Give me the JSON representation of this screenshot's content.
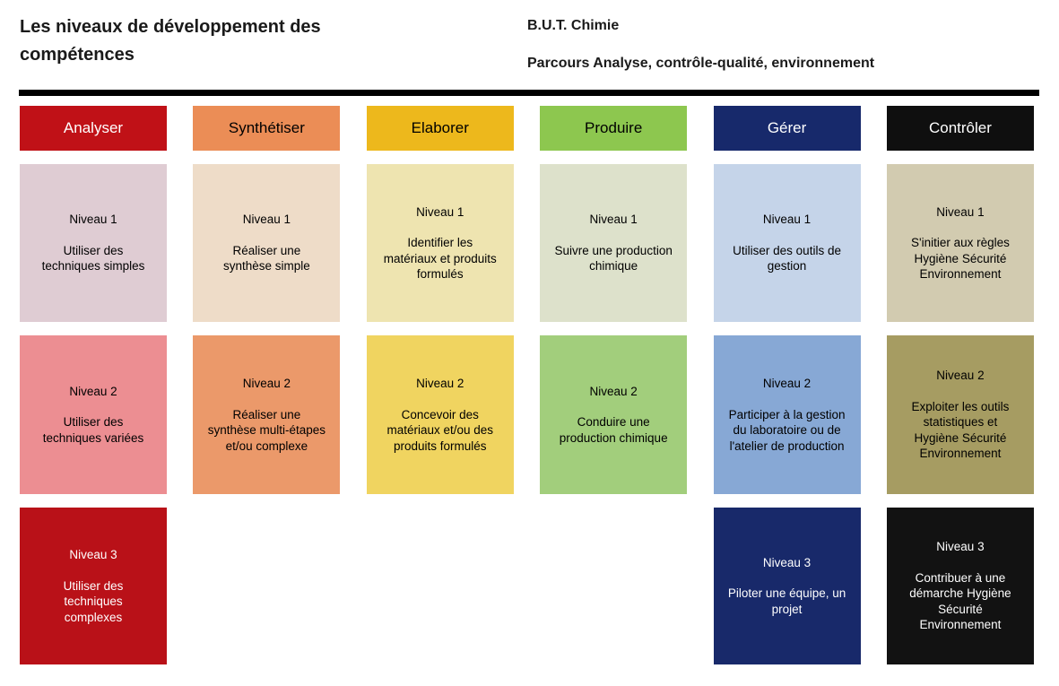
{
  "page": {
    "title": "Les niveaux de développement des\ncompétences",
    "program": "B.U.T. Chimie",
    "track": "Parcours Analyse, contrôle-qualité, environnement"
  },
  "columns": [
    {
      "label": "Analyser",
      "header_bg": "#c01117",
      "header_fg": "#ffffff",
      "levels": [
        {
          "title": "Niveau 1",
          "description": "Utiliser des\ntechniques simples",
          "bg": "#dfccd3",
          "fg": "#000000"
        },
        {
          "title": "Niveau 2",
          "description": "Utiliser des\ntechniques variées",
          "bg": "#ec8e92",
          "fg": "#000000"
        },
        {
          "title": "Niveau 3",
          "description": "Utiliser des\ntechniques\ncomplexes",
          "bg": "#b91118",
          "fg": "#ffffff"
        }
      ]
    },
    {
      "label": "Synthétiser",
      "header_bg": "#eb8d56",
      "header_fg": "#000000",
      "levels": [
        {
          "title": "Niveau 1",
          "description": "Réaliser une\nsynthèse simple",
          "bg": "#eedcc8",
          "fg": "#000000"
        },
        {
          "title": "Niveau 2",
          "description": "Réaliser une\nsynthèse multi-étapes\net/ou complexe",
          "bg": "#eb996a",
          "fg": "#000000"
        }
      ]
    },
    {
      "label": "Elaborer",
      "header_bg": "#edb81c",
      "header_fg": "#000000",
      "levels": [
        {
          "title": "Niveau 1",
          "description": "Identifier les\nmatériaux et produits\nformulés",
          "bg": "#eee4b0",
          "fg": "#000000"
        },
        {
          "title": "Niveau 2",
          "description": "Concevoir des\nmatériaux et/ou des\nproduits formulés",
          "bg": "#f0d460",
          "fg": "#000000"
        }
      ]
    },
    {
      "label": "Produire",
      "header_bg": "#8dc74f",
      "header_fg": "#000000",
      "levels": [
        {
          "title": "Niveau 1",
          "description": "Suivre une production\nchimique",
          "bg": "#dde1cb",
          "fg": "#000000"
        },
        {
          "title": "Niveau 2",
          "description": "Conduire une\nproduction chimique",
          "bg": "#a2ce7c",
          "fg": "#000000"
        }
      ]
    },
    {
      "label": "Gérer",
      "header_bg": "#17296b",
      "header_fg": "#ffffff",
      "levels": [
        {
          "title": "Niveau 1",
          "description": "Utiliser des outils de\ngestion",
          "bg": "#c5d4e9",
          "fg": "#000000"
        },
        {
          "title": "Niveau 2",
          "description": "Participer à la gestion\ndu laboratoire ou de\nl'atelier de production",
          "bg": "#87a8d5",
          "fg": "#000000"
        },
        {
          "title": "Niveau 3",
          "description": "Piloter une équipe, un\nprojet",
          "bg": "#18296a",
          "fg": "#ffffff"
        }
      ]
    },
    {
      "label": "Contrôler",
      "header_bg": "#0f0f0f",
      "header_fg": "#ffffff",
      "levels": [
        {
          "title": "Niveau 1",
          "description": "S'initier aux règles\nHygiène Sécurité\nEnvironnement",
          "bg": "#d2cbb0",
          "fg": "#000000"
        },
        {
          "title": "Niveau 2",
          "description": "Exploiter les outils\nstatistiques et\nHygiène Sécurité\nEnvironnement",
          "bg": "#a69c62",
          "fg": "#000000"
        },
        {
          "title": "Niveau 3",
          "description": "Contribuer à une\ndémarche Hygiène\nSécurité\nEnvironnement",
          "bg": "#121212",
          "fg": "#ffffff"
        }
      ]
    }
  ]
}
